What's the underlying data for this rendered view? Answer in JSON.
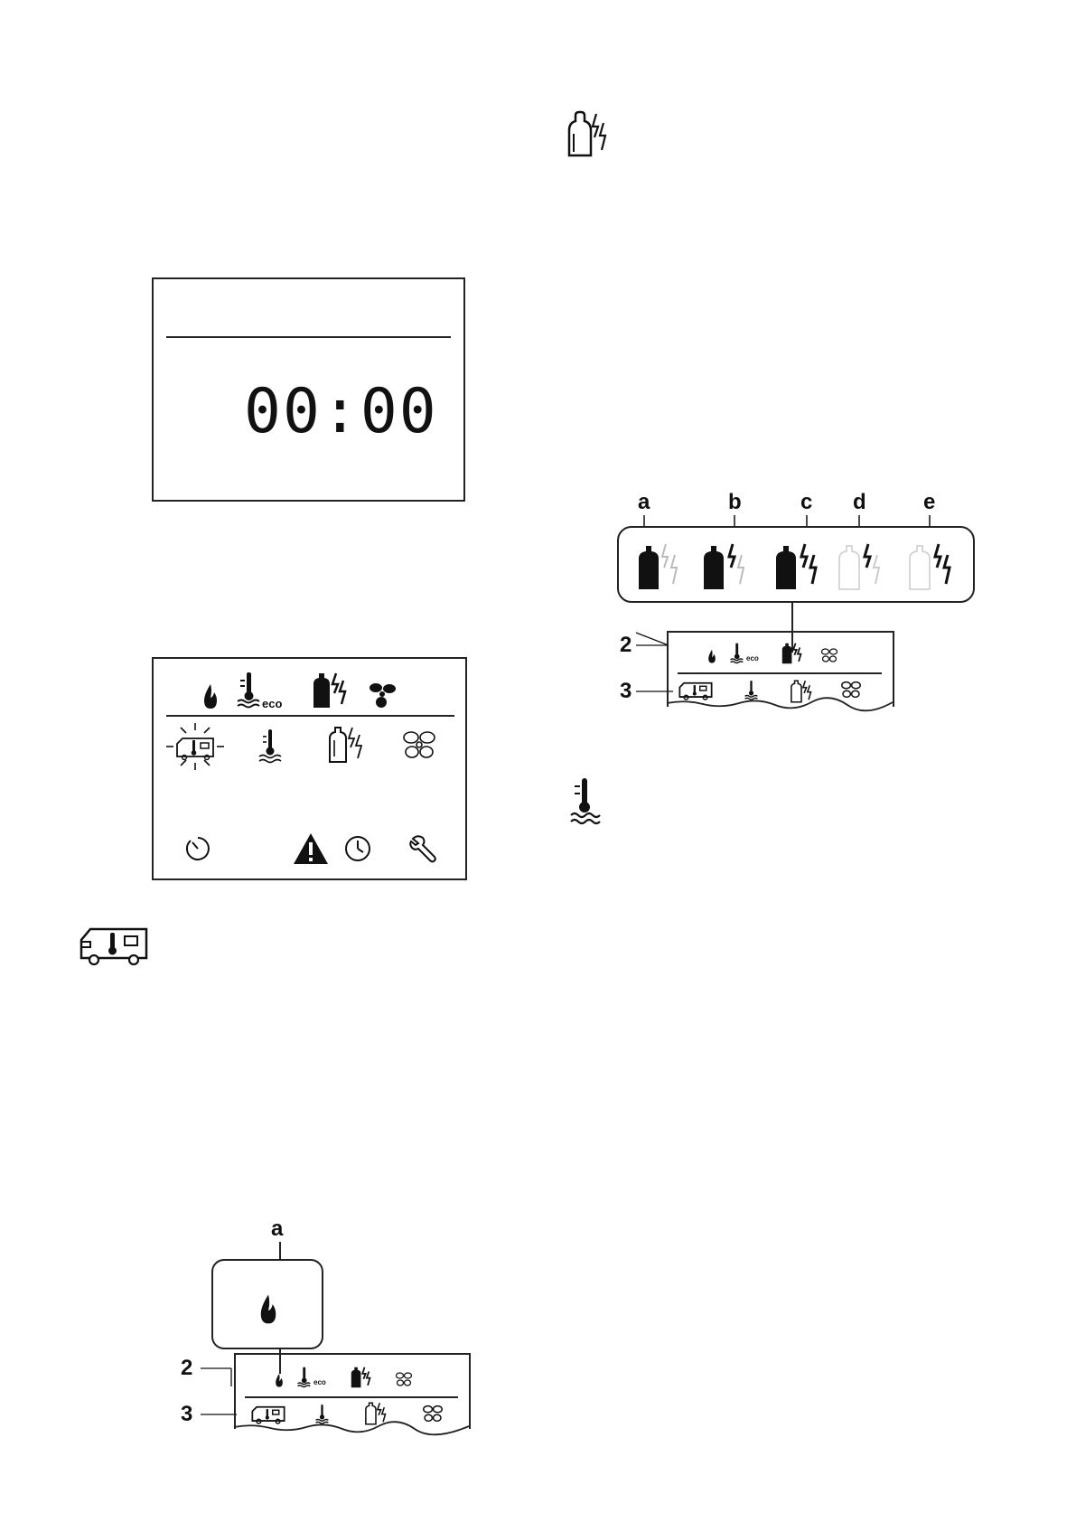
{
  "timer_display": {
    "value": "00:00"
  },
  "legend_icons": {
    "gas_electric": "gas-bottle-electric-icon",
    "cabin": "camper-cabin-temperature-icon",
    "water": "water-temperature-icon"
  },
  "control_panel": {
    "top_row": [
      {
        "name": "flame-icon"
      },
      {
        "name": "water-heater-eco-icon",
        "eco_label": "eco"
      },
      {
        "name": "gas-electric-mode-icon"
      },
      {
        "name": "fan-icon"
      }
    ],
    "main_row": [
      {
        "name": "cabin-heating-button",
        "state": "flashing"
      },
      {
        "name": "water-heating-button"
      },
      {
        "name": "energy-source-button"
      },
      {
        "name": "fan-button"
      }
    ],
    "bottom_row": [
      {
        "name": "timer-button"
      },
      {
        "name": "warning-icon"
      },
      {
        "name": "clock-button"
      },
      {
        "name": "service-wrench-button"
      }
    ]
  },
  "energy_modes": {
    "labels": [
      "a",
      "b",
      "c",
      "d",
      "e"
    ]
  },
  "mini_panel_labels": {
    "line2": "2",
    "line3": "3",
    "eco": "eco"
  },
  "flame_callout": {
    "label": "a"
  }
}
